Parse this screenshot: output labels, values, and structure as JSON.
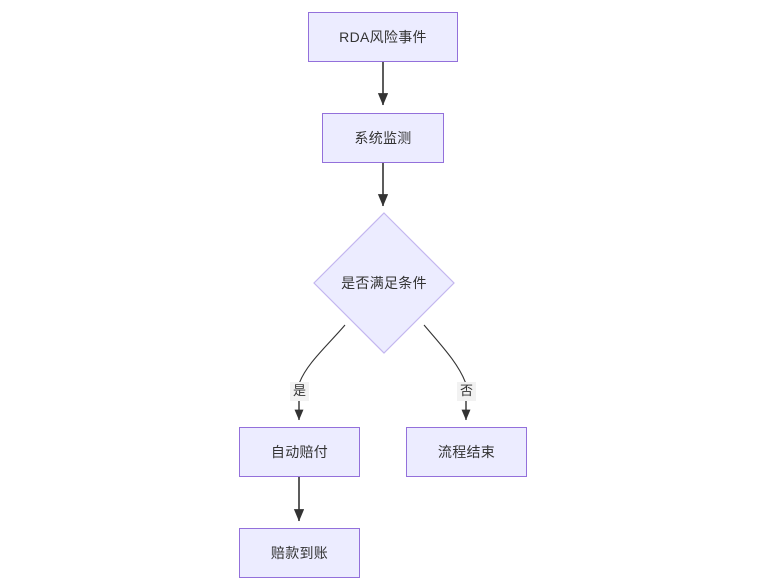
{
  "diagram": {
    "type": "flowchart",
    "direction": "top-down",
    "background_color": "#ffffff",
    "node_fill_color": "#ececff",
    "node_border_color": "#9370db",
    "node_text_color": "#333333",
    "edge_color": "#333333",
    "edge_label_background": "#f2f2f2",
    "nodes": [
      {
        "id": "start",
        "label": "RDA风险事件",
        "shape": "rect"
      },
      {
        "id": "monitor",
        "label": "系统监测",
        "shape": "rect"
      },
      {
        "id": "decision",
        "label": "是否满足条件",
        "shape": "diamond"
      },
      {
        "id": "autopay",
        "label": "自动赔付",
        "shape": "rect"
      },
      {
        "id": "end",
        "label": "流程结束",
        "shape": "rect"
      },
      {
        "id": "received",
        "label": "赔款到账",
        "shape": "rect"
      }
    ],
    "edges": [
      {
        "from": "start",
        "to": "monitor",
        "label": ""
      },
      {
        "from": "monitor",
        "to": "decision",
        "label": ""
      },
      {
        "from": "decision",
        "to": "autopay",
        "label": "是"
      },
      {
        "from": "decision",
        "to": "end",
        "label": "否"
      },
      {
        "from": "autopay",
        "to": "received",
        "label": ""
      }
    ]
  }
}
